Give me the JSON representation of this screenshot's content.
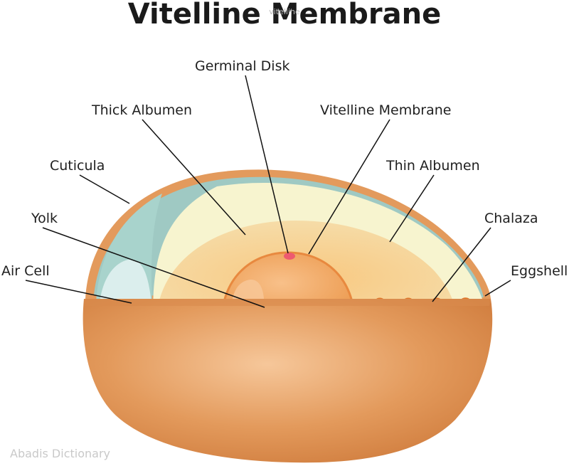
{
  "title": "Vitelline Membrane",
  "watermark_top": "vitelline",
  "watermark_bottom": "Abadis Dictionary",
  "labels": {
    "germinal_disk": "Germinal Disk",
    "thick_albumen": "Thick Albumen",
    "vitelline_membrane": "Vitelline Membrane",
    "cuticula": "Cuticula",
    "thin_albumen": "Thin Albumen",
    "yolk": "Yolk",
    "chalaza": "Chalaza",
    "air_cell": "Air Cell",
    "eggshell": "Eggshell"
  },
  "colors": {
    "shell": "#d9884a",
    "shell_light": "#f0b98a",
    "thin_albumen": "#f7f4cf",
    "thick_albumen": "#f6d49a",
    "yolk": "#f2a65c",
    "air_cell": "#a8d3cc",
    "chalaza": "#e0762a",
    "germinal_disk": "#ee5a6f",
    "leader": "#111111"
  }
}
